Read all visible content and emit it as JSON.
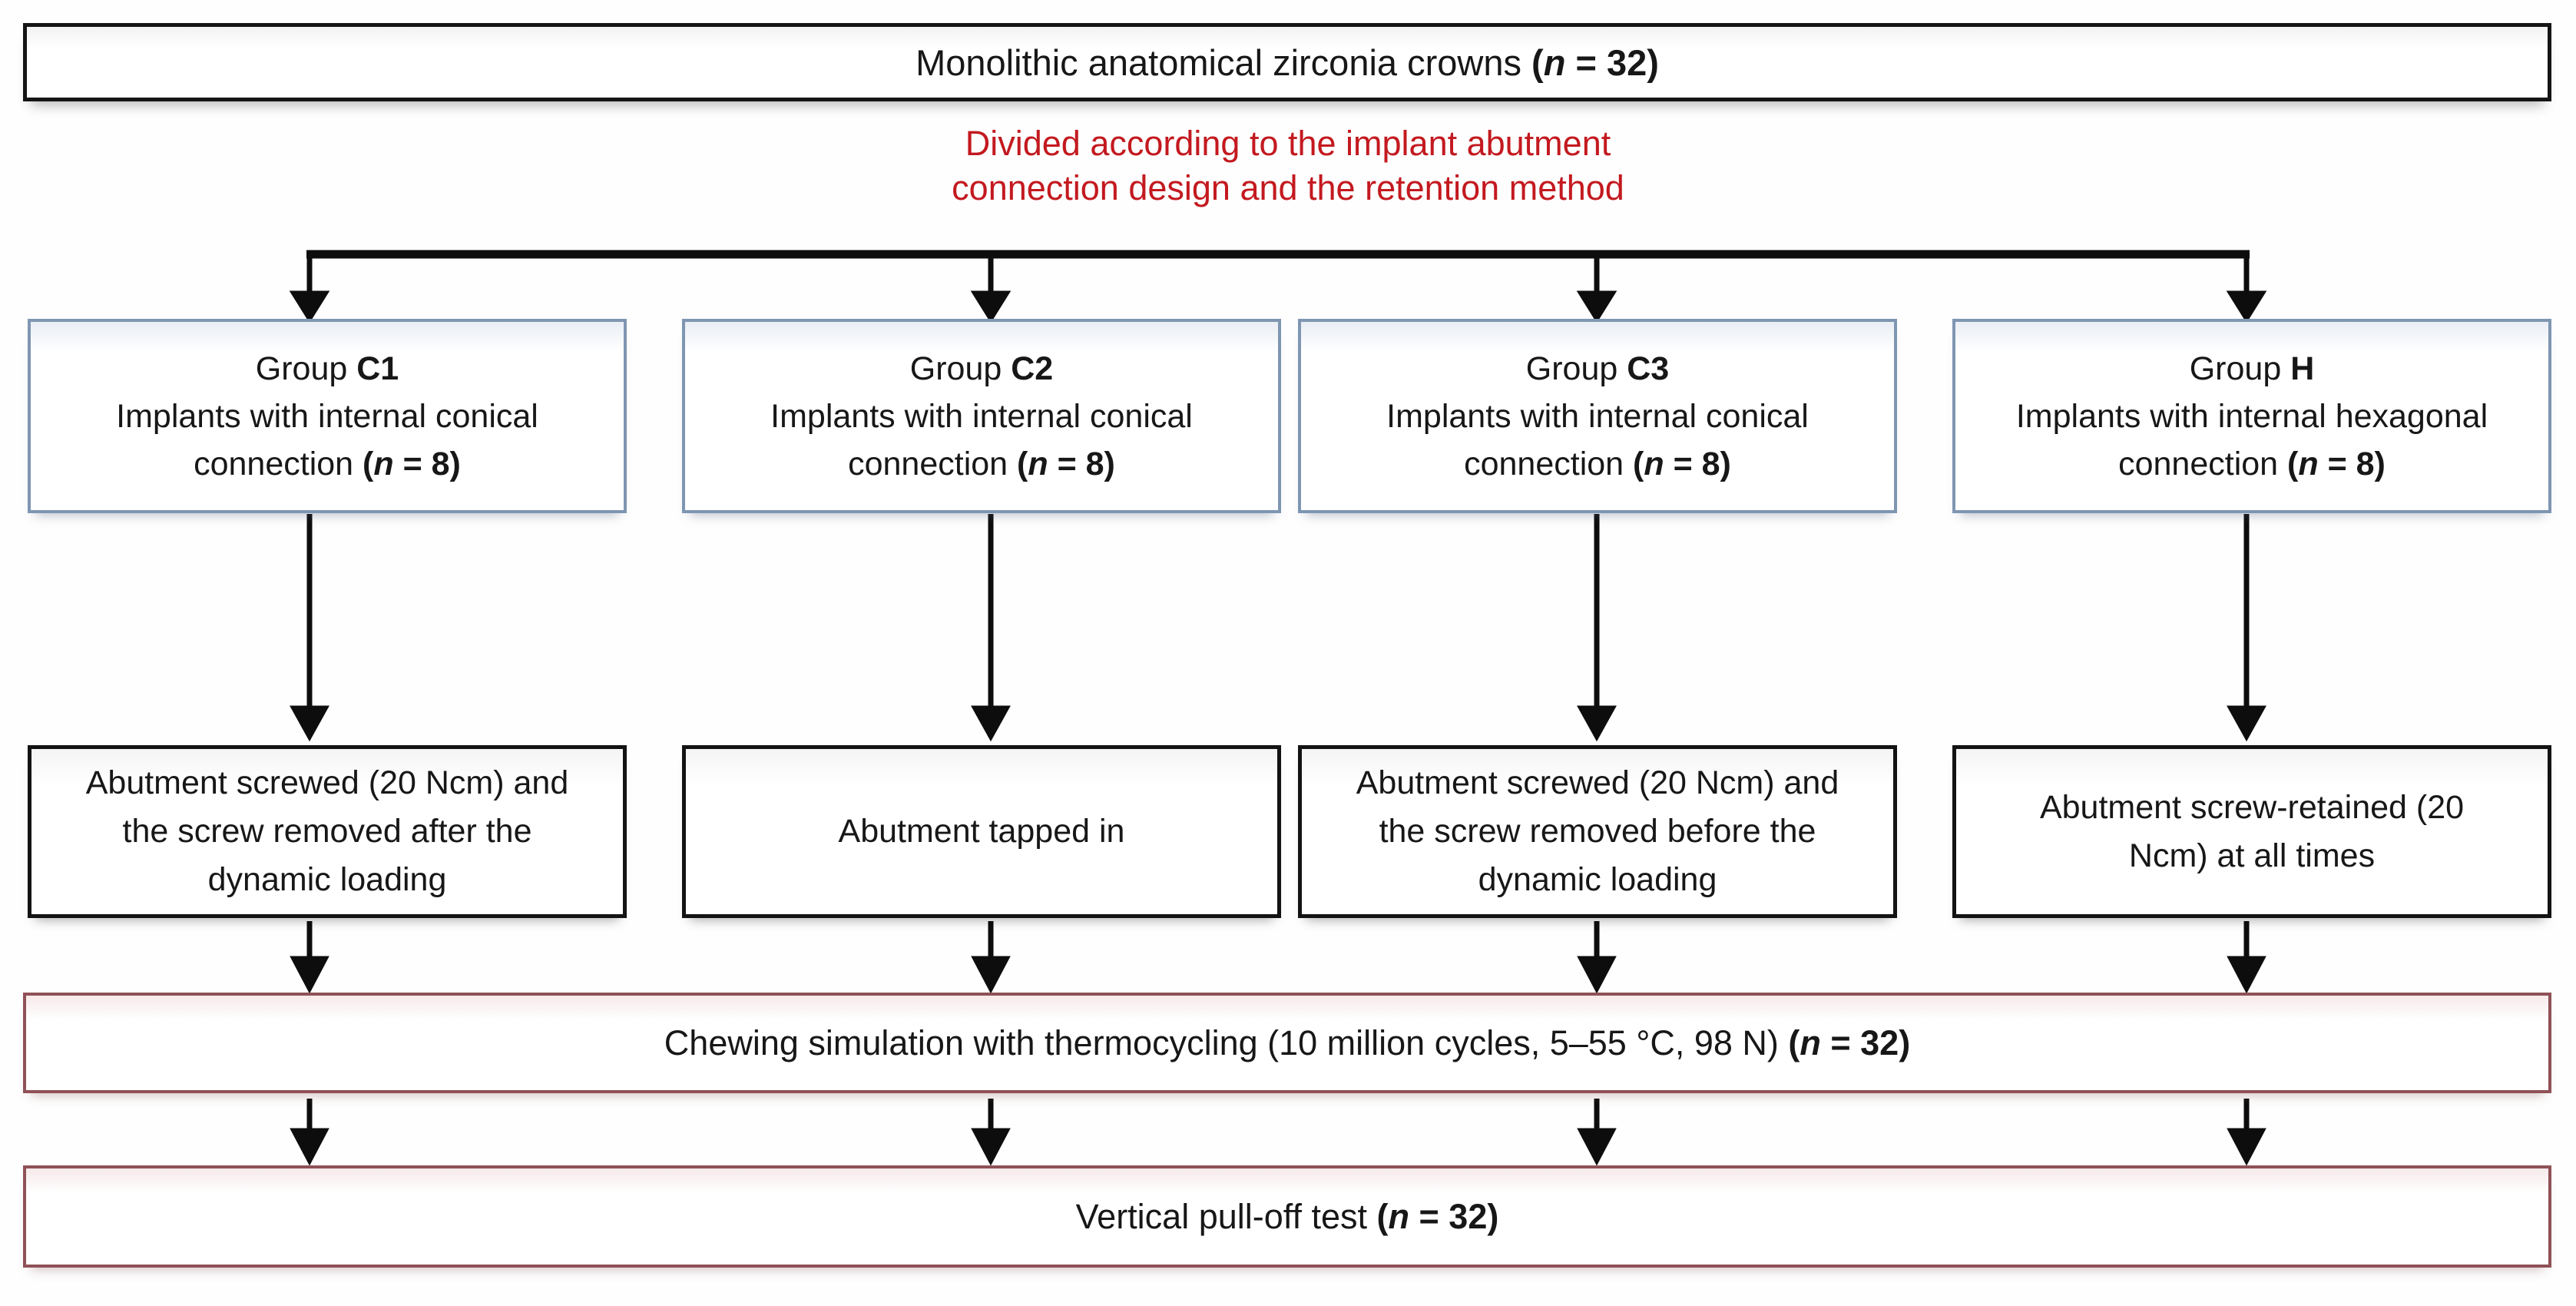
{
  "colors": {
    "black_border": "#151515",
    "group_border": "#7f96b2",
    "result_border": "#8f5157",
    "note_red": "#c3191f",
    "arrow_black": "#0d0d0d"
  },
  "title": {
    "text": "Monolithic anatomical zirconia crowns ",
    "n_open": "(",
    "n_italic": "n",
    "n_rest": " = 32)"
  },
  "note": {
    "line1": "Divided according to the implant abutment",
    "line2": "connection design and the retention method"
  },
  "groups": [
    {
      "label_prefix": "Group ",
      "code": "C1",
      "desc_line1": "Implants with internal conical",
      "desc_line2": "connection ",
      "n_open": "(",
      "n_italic": "n",
      "n_rest": " = 8)"
    },
    {
      "label_prefix": "Group ",
      "code": "C2",
      "desc_line1": "Implants with internal conical",
      "desc_line2": "connection ",
      "n_open": "(",
      "n_italic": "n",
      "n_rest": " = 8)"
    },
    {
      "label_prefix": "Group ",
      "code": "C3",
      "desc_line1": "Implants with internal conical",
      "desc_line2": "connection ",
      "n_open": "(",
      "n_italic": "n",
      "n_rest": " = 8)"
    },
    {
      "label_prefix": "Group ",
      "code": "H",
      "desc_line1": "Implants with internal hexagonal",
      "desc_line2": "connection ",
      "n_open": "(",
      "n_italic": "n",
      "n_rest": " = 8)"
    }
  ],
  "treatments": [
    {
      "lines": [
        "Abutment screwed (20 Ncm) and",
        "the screw removed after the",
        "dynamic loading"
      ]
    },
    {
      "lines": [
        "Abutment tapped in"
      ]
    },
    {
      "lines": [
        "Abutment screwed (20 Ncm) and",
        "the screw removed before the",
        "dynamic loading"
      ]
    },
    {
      "lines": [
        "Abutment screw-retained (20",
        "Ncm) at all times"
      ]
    }
  ],
  "chewing": {
    "text": "Chewing simulation with thermocycling (10 million cycles, 5–55 °C, 98 N) ",
    "n_open": "(",
    "n_italic": "n",
    "n_rest": " = 32)"
  },
  "pulloff": {
    "text": "Vertical pull-off test ",
    "n_open": "(",
    "n_italic": "n",
    "n_rest": " = 32)"
  }
}
